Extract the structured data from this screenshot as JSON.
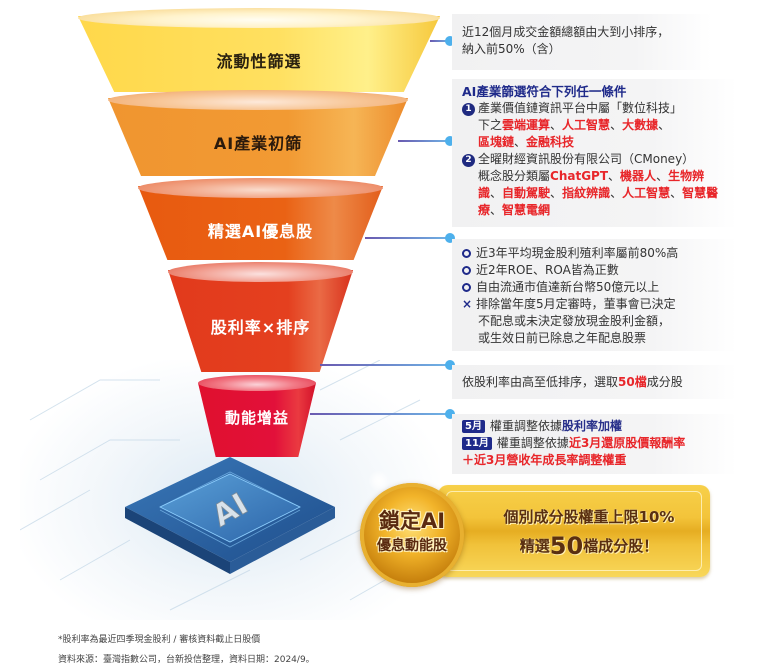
{
  "funnel": {
    "tiers": [
      {
        "label": "流動性篩選",
        "color": "#ffd84a"
      },
      {
        "label": "AI產業初篩",
        "color": "#f29a33"
      },
      {
        "label": "精選AI優息股",
        "color": "#ea6214"
      },
      {
        "label": "股利率×排序",
        "color": "#e4401f"
      },
      {
        "label": "動能增益",
        "color": "#e2103a"
      }
    ],
    "chip_label": "AI"
  },
  "callouts": {
    "liquidity": {
      "line1": "近12個月成交金額總額由大到小排序，",
      "line2": "納入前50%（含）"
    },
    "ai_industry": {
      "title": "AI產業篩選符合下列任一條件",
      "item1": {
        "badge": "1",
        "text": "產業價值鏈資訊平台中屬「數位科技」",
        "prefix": "下之",
        "r1": "雲端運算",
        "sep1": "、",
        "r2": "人工智慧",
        "sep2": "、",
        "r3": "大數據",
        "sep3": "、",
        "r4": "區塊鏈",
        "sep4": "、",
        "r5": "金融科技"
      },
      "item2": {
        "badge": "2",
        "text": "全曜財經資訊股份有限公司（CMoney）",
        "prefix": "概念股分類屬",
        "r1": "ChatGPT",
        "sep1": "、",
        "r2": "機器人",
        "sep2": "、",
        "r3": "生物辨識",
        "sep3": "、",
        "r4": "自動駕駛",
        "sep4": "、",
        "r5": "指紋辨識",
        "sep5": "、",
        "r6": "人工智慧",
        "sep6": "、",
        "r7": "智慧醫療",
        "sep7": "、",
        "r8": "智慧電網"
      }
    },
    "dividend_criteria": {
      "items": [
        {
          "mark": "O",
          "text": "近3年平均現金股利殖利率屬前80%高"
        },
        {
          "mark": "O",
          "text": "近2年ROE、ROA皆為正數"
        },
        {
          "mark": "O",
          "text": "自由流通市值達新台幣50億元以上"
        },
        {
          "mark": "×",
          "text": "排除當年度5月定審時，董事會已決定"
        }
      ],
      "cont1": "不配息或未決定發放現金股利金額，",
      "cont2": "或生效日前已除息之年配息股票"
    },
    "ranking": {
      "prefix": "依股利率由高至低排序，選取",
      "highlight": "50檔",
      "suffix": "成分股"
    },
    "momentum": {
      "may_badge": "5月",
      "may_prefix": "權重調整依據",
      "may_highlight": "股利率加權",
      "nov_badge": "11月",
      "nov_prefix": "權重調整依據",
      "nov_highlight": "近3月還原股價報酬率",
      "nov_line2": "＋近3月營收年成長率調整權重"
    }
  },
  "badge": {
    "medal_line1": "鎖定AI",
    "medal_line2": "優息動能股",
    "bar_line1": "個別成分股權重上限10%",
    "bar_line2_prefix": "精選",
    "bar_line2_big": "50",
    "bar_line2_suffix": "檔成分股！"
  },
  "footnotes": {
    "note": "*股利率為最近四季現金股利 / 審核資料截止日股價",
    "source": "資料來源：臺灣指數公司，台新投信整理，資料日期：2024/9。"
  },
  "colors": {
    "accent_red": "#e8262a",
    "accent_navy": "#1f2a8a",
    "connector": "#4db0ec",
    "gold": "#f3c43a"
  }
}
